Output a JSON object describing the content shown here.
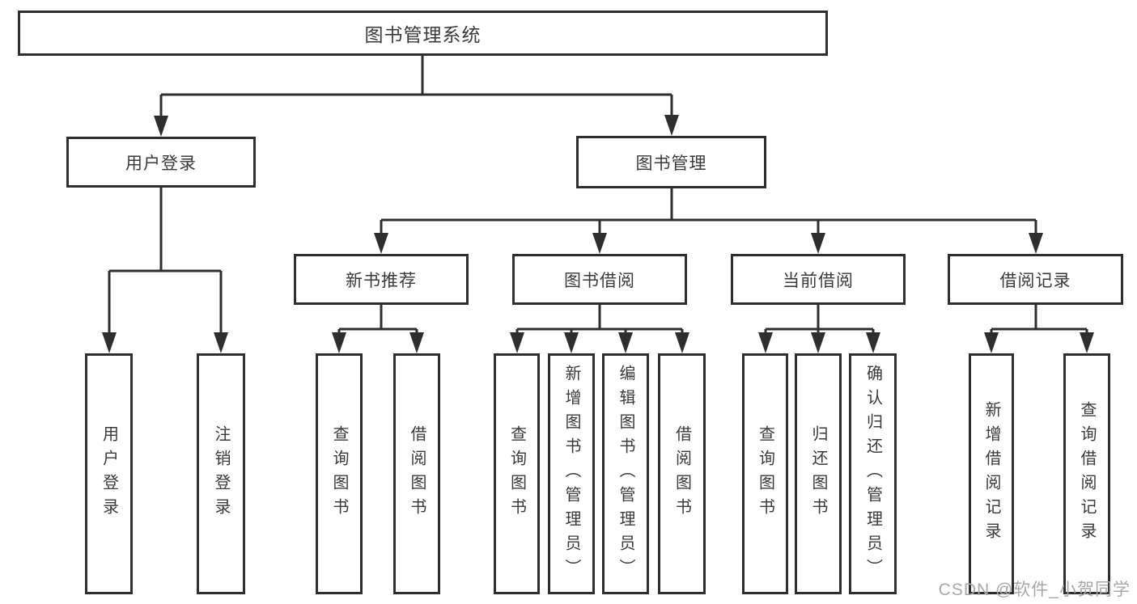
{
  "diagram": {
    "title": "图书管理系统",
    "watermark": "CSDN @软件_小贺同学",
    "colors": {
      "line": "#2e2e2e",
      "box_border": "#2e2e2e",
      "box_background": "#ffffff",
      "text": "#3a3a3a",
      "watermark": "#a8a8a8"
    },
    "root": {
      "label": "图书管理系统",
      "children": [
        {
          "label": "用户登录",
          "children": [
            {
              "label": "用户登录"
            },
            {
              "label": "注销登录"
            }
          ]
        },
        {
          "label": "图书管理",
          "children": [
            {
              "label": "新书推荐",
              "children": [
                {
                  "label": "查询图书"
                },
                {
                  "label": "借阅图书"
                }
              ]
            },
            {
              "label": "图书借阅",
              "children": [
                {
                  "label": "查询图书"
                },
                {
                  "label": "新增图书（管理员）"
                },
                {
                  "label": "编辑图书（管理员）"
                },
                {
                  "label": "借阅图书"
                }
              ]
            },
            {
              "label": "当前借阅",
              "children": [
                {
                  "label": "查询图书"
                },
                {
                  "label": "归还图书"
                },
                {
                  "label": "确认归还（管理员）"
                }
              ]
            },
            {
              "label": "借阅记录",
              "children": [
                {
                  "label": "新增借阅记录"
                },
                {
                  "label": "查询借阅记录"
                }
              ]
            }
          ]
        }
      ]
    }
  }
}
